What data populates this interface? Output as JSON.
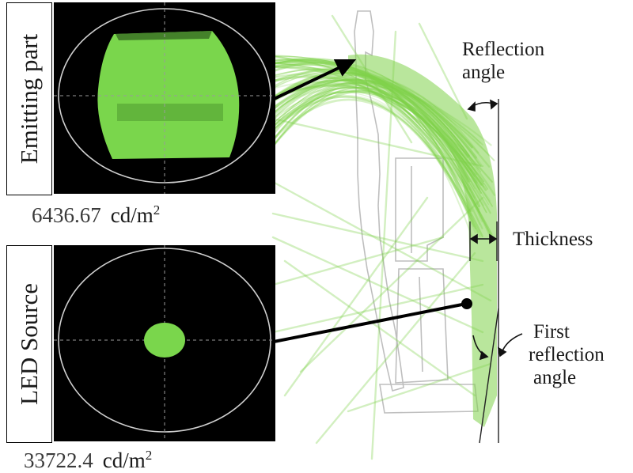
{
  "panels": {
    "emitting": {
      "label": "Emitting part",
      "value": "6436.67",
      "unit": "cd/m",
      "unit_exp": "2"
    },
    "led": {
      "label": "LED Source",
      "value": "33722.4",
      "unit": "cd/m",
      "unit_exp": "2"
    }
  },
  "annotations": {
    "reflection_angle": [
      "Reflection",
      "angle"
    ],
    "thickness": "Thickness",
    "first_reflection_angle": [
      "First",
      "reflection",
      "angle"
    ]
  },
  "colors": {
    "ray_green": "#7fd24a",
    "panel_green": "#7ad64c",
    "panel_bg": "#000000",
    "outline_gray": "#b8b8b8"
  }
}
